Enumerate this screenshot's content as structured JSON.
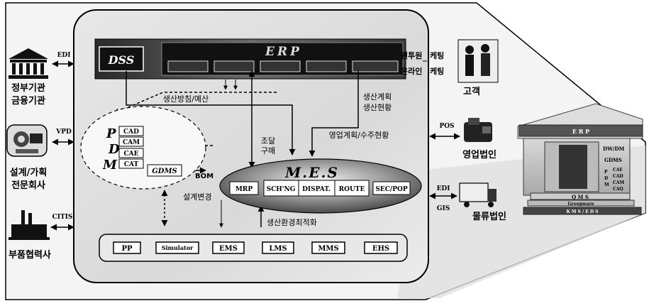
{
  "external": {
    "gov": {
      "line1": "정부기관",
      "line2": "금융기관",
      "link": "EDI"
    },
    "design": {
      "line1": "설계/가획",
      "line2": "전문회사",
      "link": "VPD"
    },
    "parts": {
      "line1": "부품협력사",
      "link": "CITIS"
    },
    "customer": {
      "label": "고객",
      "line1a": "원투원",
      "line1b": "케팅",
      "line2a": "온라인",
      "line2b": "케팅"
    },
    "sales": {
      "label": "영업법인",
      "link": "POS"
    },
    "logistics": {
      "label": "물류법인",
      "link1": "EDI",
      "link2": "GIS"
    }
  },
  "core": {
    "dss": "DSS",
    "erp": "ERP",
    "erp_modules": [
      "",
      "",
      "",
      "",
      ""
    ],
    "plan_budget": "생산방침/예산",
    "prod_plan_1": "생산계획",
    "prod_plan_2": "생산현황",
    "sales_plan": "영업계획/수주현황",
    "procure_1": "조달",
    "procure_2": "구매",
    "pdm_letters": [
      "P",
      "D",
      "M"
    ],
    "pdm_tools": [
      "CAD",
      "CAM",
      "CAE",
      "CAT"
    ],
    "gdms": "GDMS",
    "bom": "BOM",
    "design_change": "설계변경",
    "mes": "M.E.S",
    "mrp": "MRP",
    "mes_cells": [
      "SCH'NG",
      "DISPAT.",
      "ROUTE"
    ],
    "sec_pop": "SEC/POP",
    "env_opt": "생산환경최적화",
    "bottom_modules": [
      "PP",
      "Simulator",
      "EMS",
      "LMS",
      "MMS",
      "EHS"
    ]
  },
  "building": {
    "erp": "E R P",
    "dwdm": "DW/DM",
    "gdms": "GDMS",
    "pdm_letters": [
      "P",
      "D",
      "M"
    ],
    "tools": [
      "CAE",
      "CAD",
      "CAM",
      "CAQ"
    ],
    "qms": "Q M S",
    "groupware": "Groupware",
    "kms": "K M S / E D S"
  }
}
